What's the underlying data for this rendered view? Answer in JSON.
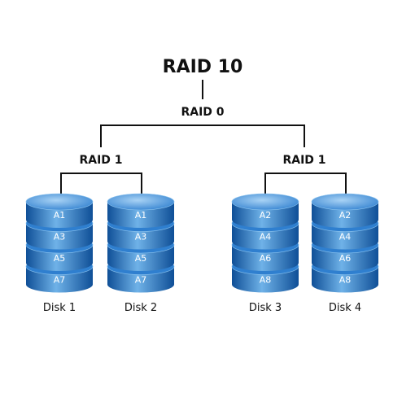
{
  "diagram": {
    "title": "RAID 10",
    "stripe_label": "RAID 0",
    "mirror_groups": [
      {
        "label": "RAID 1",
        "disks": [
          {
            "label": "Disk 1",
            "blocks": [
              "A1",
              "A3",
              "A5",
              "A7"
            ]
          },
          {
            "label": "Disk 2",
            "blocks": [
              "A1",
              "A3",
              "A5",
              "A7"
            ]
          }
        ]
      },
      {
        "label": "RAID 1",
        "disks": [
          {
            "label": "Disk 3",
            "blocks": [
              "A2",
              "A4",
              "A6",
              "A8"
            ]
          },
          {
            "label": "Disk 4",
            "blocks": [
              "A2",
              "A4",
              "A6",
              "A8"
            ]
          }
        ]
      }
    ]
  },
  "colors": {
    "disk_light": "#6fb2e8",
    "disk_mid": "#2f7fcf",
    "disk_dark": "#0f4f97",
    "line": "#111111"
  }
}
